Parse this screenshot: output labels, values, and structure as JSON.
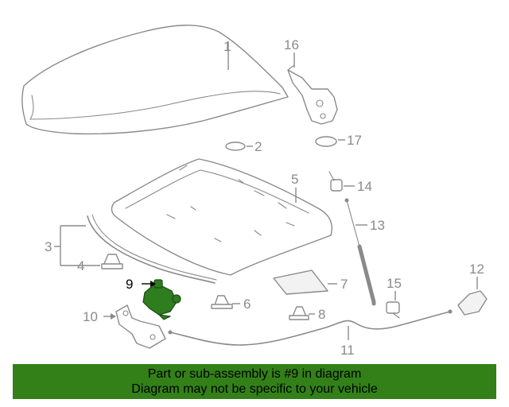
{
  "callouts": {
    "c1": "1",
    "c2": "2",
    "c3": "3",
    "c4": "4",
    "c5": "5",
    "c6": "6",
    "c7": "7",
    "c8": "8",
    "c9": "9",
    "c10": "10",
    "c11": "11",
    "c12": "12",
    "c13": "13",
    "c14": "14",
    "c15": "15",
    "c16": "16",
    "c17": "17"
  },
  "highlight": {
    "part_number": "9",
    "color": "#338019"
  },
  "banner": {
    "line1": "Part or sub-assembly is #9 in diagram",
    "line2": "Diagram may not be specific to your vehicle",
    "color": "#338019"
  }
}
